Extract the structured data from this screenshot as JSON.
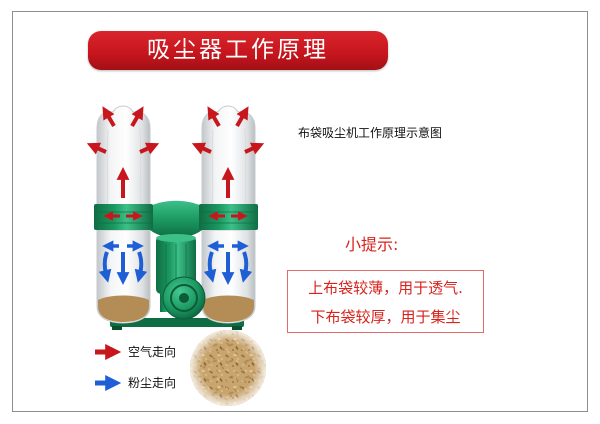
{
  "title": "吸尘器工作原理",
  "caption": "布袋吸尘机工作原理示意图",
  "tip": {
    "label": "小提示:",
    "lines": [
      "上布袋较薄，用于透气.",
      "下布袋较厚，用于集尘"
    ]
  },
  "legend": [
    {
      "label": "空气走向",
      "icon": "air-flow-arrow-icon"
    },
    {
      "label": "粉尘走向",
      "icon": "dust-flow-arrow-icon"
    }
  ],
  "colors": {
    "banner": "#c8161e",
    "air_arrow": "#c8161d",
    "dust_arrow": "#1f5fd6",
    "machine_green": "#1c9a62",
    "tip_text": "#d8221c",
    "tip_border": "#e26a6a",
    "frame_border": "#8e8e8e"
  }
}
